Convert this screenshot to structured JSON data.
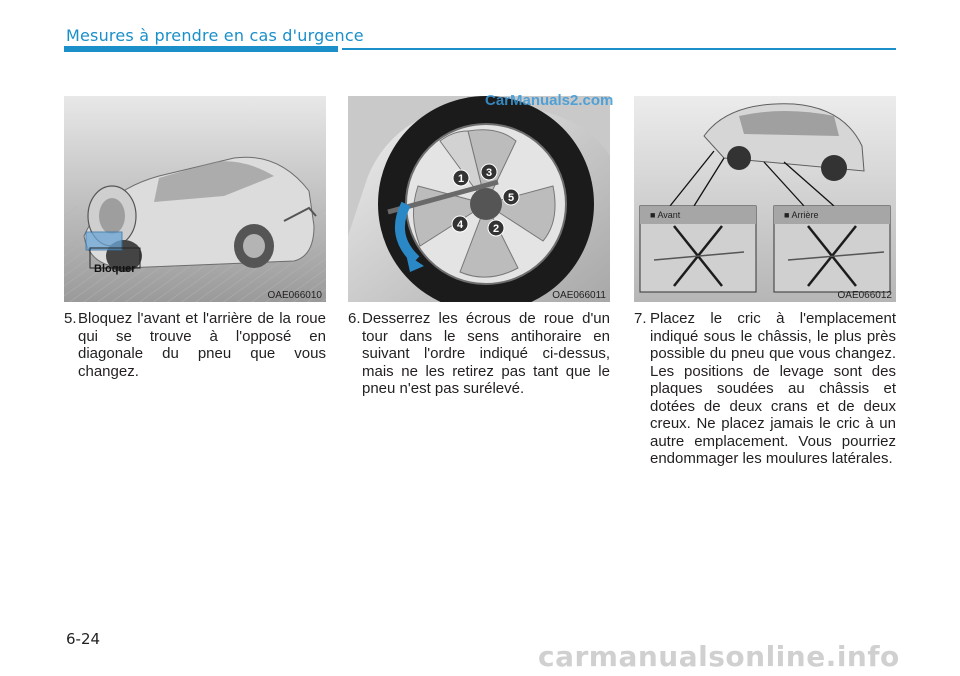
{
  "header": {
    "section_title": "Mesures à prendre en cas d'urgence"
  },
  "figures": [
    {
      "code": "OAE066010",
      "label": "Bloquer"
    },
    {
      "code": "OAE066011",
      "nut_numbers": [
        "1",
        "2",
        "3",
        "4",
        "5"
      ]
    },
    {
      "code": "OAE066012",
      "front_tag": "■ Avant",
      "rear_tag": "■ Arrière"
    }
  ],
  "steps": [
    {
      "num": "5.",
      "text": "Bloquez l'avant et l'arrière de la roue qui se trouve à l'opposé en diagonale du pneu que vous changez."
    },
    {
      "num": "6.",
      "text": "Desserrez les écrous de roue d'un tour dans le sens antihoraire en suivant l'ordre indiqué ci-dessus, mais ne les retirez pas tant que le pneu n'est pas surélevé."
    },
    {
      "num": "7.",
      "text": "Placez le cric à l'emplacement indiqué sous le châssis, le plus près possible du pneu que vous changez. Les positions de levage sont des plaques soudées au châssis et dotées de deux crans et de deux creux. Ne placez jamais le cric à un autre emplacement. Vous pourriez endommager les moulures latérales."
    }
  ],
  "footer": {
    "page_number": "6-24"
  },
  "watermarks": {
    "top": "CarManuals2.com",
    "bottom": "carmanualsonline.info"
  },
  "colors": {
    "accent": "#1a8fc9"
  }
}
